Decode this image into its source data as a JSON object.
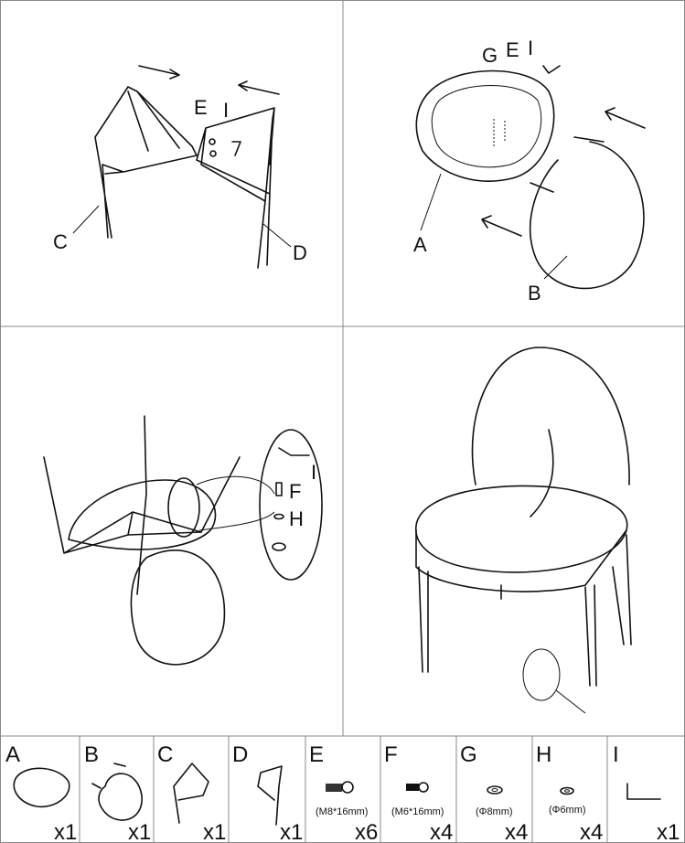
{
  "steps": [
    {
      "labels": [
        "C",
        "D",
        "E",
        "I"
      ]
    },
    {
      "labels": [
        "A",
        "B",
        "G",
        "E",
        "I"
      ]
    },
    {
      "labels": [
        "F",
        "H",
        "I"
      ]
    },
    {
      "labels": []
    }
  ],
  "parts": [
    {
      "letter": "A",
      "qty": "x1",
      "spec": ""
    },
    {
      "letter": "B",
      "qty": "x1",
      "spec": ""
    },
    {
      "letter": "C",
      "qty": "x1",
      "spec": ""
    },
    {
      "letter": "D",
      "qty": "x1",
      "spec": ""
    },
    {
      "letter": "E",
      "qty": "x6",
      "spec": "(M8*16mm)"
    },
    {
      "letter": "F",
      "qty": "x4",
      "spec": "(M6*16mm)"
    },
    {
      "letter": "G",
      "qty": "x4",
      "spec": "(Φ8mm)"
    },
    {
      "letter": "H",
      "qty": "x4",
      "spec": "(Φ6mm)"
    },
    {
      "letter": "I",
      "qty": "x1",
      "spec": ""
    }
  ]
}
